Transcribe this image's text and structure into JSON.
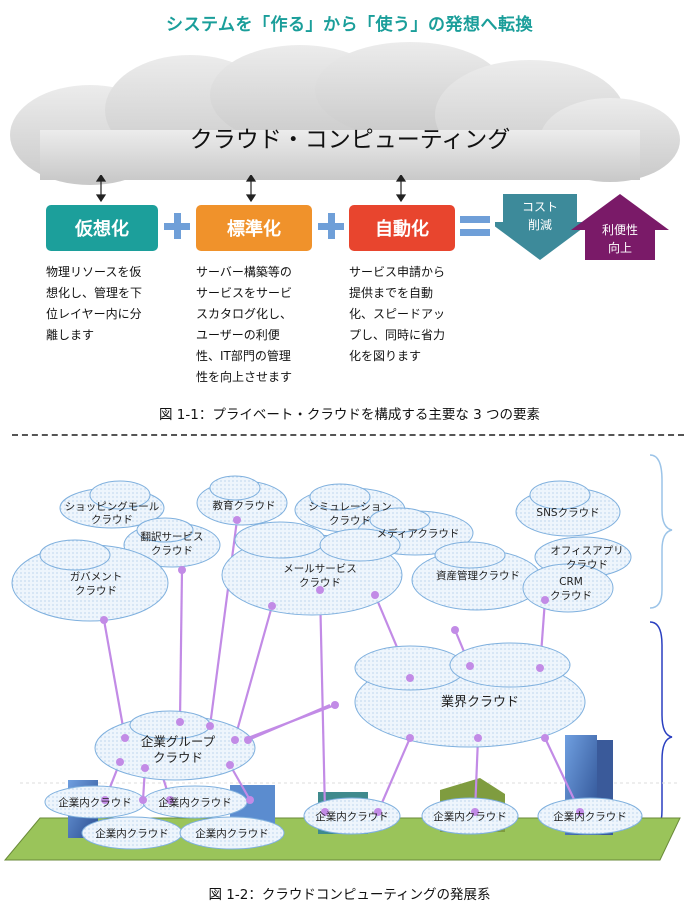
{
  "title": "システムを「作る」から「使う」の発想へ転換",
  "cloud_label": "クラウド・コンピューティング",
  "elements": [
    {
      "label": "仮想化",
      "desc": "物理リソースを仮\n想化し、管理を下\n位レイヤー内に分\n離します",
      "color": "#1c9f9b"
    },
    {
      "label": "標準化",
      "desc": "サーバー構築等の\nサービスをサービ\nスカタログ化し、\nユーザーの利便\n性、IT部門の管理\n性を向上させます",
      "color": "#f0922b"
    },
    {
      "label": "自動化",
      "desc": "サービス申請から\n提供までを自動\n化、スピードアッ\nプし、同時に省力\n化を図ります",
      "color": "#e8452e"
    }
  ],
  "results": {
    "cost": [
      "コスト",
      "削減"
    ],
    "convenience": [
      "利便性",
      "向上"
    ],
    "cost_color": "#3d8a9a",
    "convenience_color": "#7a1a68"
  },
  "caption1": "図 1-1：プライベート・クラウドを構成する主要な 3 つの要素",
  "caption2": "図 1-2：クラウドコンピューティングの発展系",
  "clouds": {
    "shopping": [
      "ショッピングモール",
      "クラウド"
    ],
    "education": "教育クラウド",
    "simulation": [
      "シミュレーション",
      "クラウド"
    ],
    "sns": "SNSクラウド",
    "translation": [
      "翻訳サービス",
      "クラウド"
    ],
    "media": "メディアクラウド",
    "office": [
      "オフィスアプリ",
      "クラウド"
    ],
    "government": [
      "ガバメント",
      "クラウド"
    ],
    "mail": [
      "メールサービス",
      "クラウド"
    ],
    "asset": "資産管理クラウド",
    "crm": [
      "CRM",
      "クラウド"
    ],
    "industry": "業界クラウド",
    "group": [
      "企業グループ",
      "クラウド"
    ],
    "internal": "企業内クラウド"
  }
}
